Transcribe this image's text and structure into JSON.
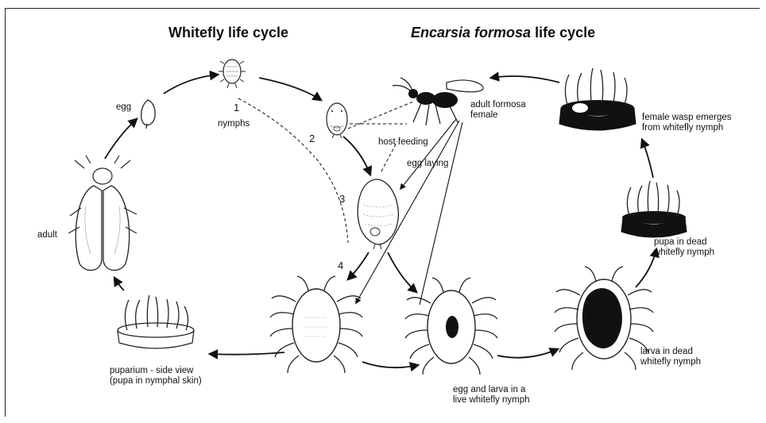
{
  "titles": {
    "whitefly": "Whitefly life cycle",
    "encarsia_italic": "Encarsia formosa",
    "encarsia_rest": " life cycle"
  },
  "labels": {
    "egg": "egg",
    "nymphs": "nymphs",
    "adult": "adult",
    "puparium_line1": "puparium - side view",
    "puparium_line2": "(pupa in nymphal skin)",
    "adult_formosa_line1": "adult formosa",
    "adult_formosa_line2": "female",
    "host_feeding": "host feeding",
    "egg_laying": "egg laying",
    "female_wasp_line1": "female wasp emerges",
    "female_wasp_line2": "from whitefly nymph",
    "pupa_dead_line1": "pupa in dead",
    "pupa_dead_line2": "whitefly nymph",
    "larva_dead_line1": "larva in dead",
    "larva_dead_line2": "whitefly nymph",
    "egg_larva_line1": "egg and larva in a",
    "egg_larva_line2": "live whitefly nymph"
  },
  "stage_numbers": [
    "1",
    "2",
    "3",
    "4"
  ]
}
